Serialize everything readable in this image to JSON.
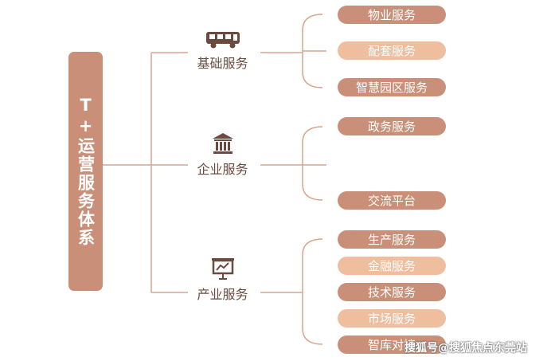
{
  "root": {
    "label": "T+运营服务体系"
  },
  "categories": [
    {
      "label": "基础服务",
      "icon": "bus-icon",
      "items": [
        {
          "label": "物业服务",
          "style": "dark"
        },
        {
          "label": "配套服务",
          "style": "light"
        },
        {
          "label": "智慧园区服务",
          "style": "dark"
        }
      ]
    },
    {
      "label": "企业服务",
      "icon": "bank-building-icon",
      "items": [
        {
          "label": "政务服务",
          "style": "dark"
        },
        {
          "label": "交流平台",
          "style": "dark"
        }
      ]
    },
    {
      "label": "产业服务",
      "icon": "presentation-board-icon",
      "items": [
        {
          "label": "生产服务",
          "style": "dark"
        },
        {
          "label": "金融服务",
          "style": "light"
        },
        {
          "label": "技术服务",
          "style": "dark"
        },
        {
          "label": "市场服务",
          "style": "light"
        },
        {
          "label": "智库对接",
          "style": "dark"
        }
      ]
    }
  ],
  "colors": {
    "line": "#d9a58d",
    "dark_pill": "#c98f78",
    "light_pill": "#eebe9f",
    "icon": "#6b4a3f"
  },
  "watermark": "搜狐号@搜狐焦点东莞站"
}
